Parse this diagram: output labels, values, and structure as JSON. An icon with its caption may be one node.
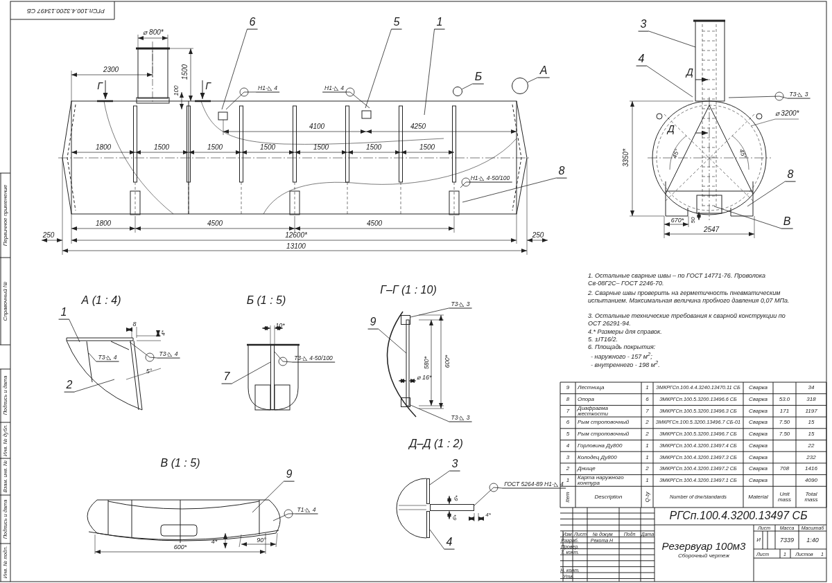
{
  "diagram": {
    "nodes": [
      {
        "text": [
          "6"
        ]
      },
      {
        "text": [
          "Н1-◺ 4"
        ]
      },
      {
        "text": [
          "5"
        ]
      },
      {
        "text": [
          "Н1-◺ 4"
        ]
      },
      {
        "text": [
          "1"
        ]
      },
      {
        "text": [
          "Б"
        ]
      },
      {
        "text": [
          "А"
        ]
      },
      {
        "text": [
          "Н1-◺ 4-50/100"
        ]
      },
      {
        "text": [
          "8"
        ]
      },
      {
        "text": [
          "3"
        ]
      },
      {
        "text": [
          "4"
        ]
      },
      {
        "text": [
          "Т3-◺ 3"
        ]
      },
      {
        "text": [
          "8"
        ]
      },
      {
        "text": [
          "В"
        ]
      },
      {
        "text": [
          "1"
        ]
      },
      {
        "text": [
          "2"
        ]
      },
      {
        "text": [
          "Т3-◺ 4"
        ]
      },
      {
        "text": [
          "Т3-◺ 4"
        ]
      },
      {
        "text": [
          "7"
        ]
      },
      {
        "text": [
          "Т3-◺ 4-50/100"
        ]
      },
      {
        "text": [
          "9"
        ]
      },
      {
        "text": [
          "Т3-◺ 3"
        ]
      },
      {
        "text": [
          "Т3-◺ 3"
        ]
      },
      {
        "text": [
          "9"
        ]
      },
      {
        "text": [
          "Т1-◺ 4"
        ]
      },
      {
        "text": [
          "3"
        ]
      },
      {
        "text": [
          "ГОСТ 5264-89 Н1-◺ 4"
        ]
      },
      {
        "text": [
          "4"
        ]
      },
      {
        "text": [],
        "shape": "circle"
      },
      {
        "text": [],
        "shape": "circle"
      },
      {
        "text": [],
        "shape": "bar"
      },
      {
        "text": [],
        "shape": "bar"
      },
      {
        "text": [],
        "shape": "bar"
      },
      {
        "text": [],
        "shape": "bar"
      },
      {
        "text": [],
        "shape": "bar"
      }
    ],
    "edges": [
      {
        "from": 0,
        "to": null,
        "arrow": "none"
      },
      {
        "from": 1,
        "to": null,
        "arrow": "none"
      },
      {
        "from": 2,
        "to": null,
        "arrow": "none"
      },
      {
        "from": 3,
        "to": null,
        "arrow": "none"
      },
      {
        "from": 4,
        "to": null,
        "arrow": "none"
      },
      {
        "from": 5,
        "to": 28,
        "arrow": "none"
      },
      {
        "from": 6,
        "to": 29,
        "arrow": "none"
      },
      {
        "from": 7,
        "to": null,
        "arrow": "none"
      },
      {
        "from": 8,
        "to": null,
        "arrow": "none"
      },
      {
        "from": 9,
        "to": null,
        "arrow": "none"
      },
      {
        "from": 10,
        "to": null,
        "arrow": "none"
      },
      {
        "from": 11,
        "to": null,
        "arrow": "none"
      },
      {
        "from": 12,
        "to": null,
        "arrow": "none"
      },
      {
        "from": 13,
        "to": null,
        "arrow": "none"
      },
      {
        "from": 14,
        "to": null,
        "arrow": "none"
      },
      {
        "from": 15,
        "to": null,
        "arrow": "none"
      },
      {
        "from": 16,
        "to": null,
        "arrow": "none"
      },
      {
        "from": 17,
        "to": null,
        "arrow": "none"
      },
      {
        "from": 18,
        "to": 33,
        "arrow": "none"
      },
      {
        "from": 19,
        "to": 33,
        "arrow": "none"
      },
      {
        "from": 20,
        "to": 34,
        "arrow": "none"
      },
      {
        "from": 21,
        "to": 34,
        "arrow": "none"
      },
      {
        "from": 22,
        "to": 34,
        "arrow": "none"
      },
      {
        "from": 23,
        "to": null,
        "arrow": "none"
      },
      {
        "from": 24,
        "to": null,
        "arrow": "none"
      },
      {
        "from": 25,
        "to": 30,
        "arrow": "none"
      },
      {
        "from": 26,
        "to": 32,
        "arrow": "none"
      },
      {
        "from": 27,
        "to": 31,
        "arrow": "none"
      }
    ],
    "labels": [
      "РГСп.100.4.3200.13497 СБ",
      "Первичное применение",
      "Справочный №",
      "Подпись и дата",
      "Инв. № дубл.",
      "Взам. инв. №",
      "Подпись и дата",
      "Инв. № подл.",
      "⌀ 800*",
      "1500",
      "Г",
      "2300",
      "100",
      "Г",
      "4100",
      "4250",
      "1800",
      "1500",
      "1500",
      "1500",
      "1500",
      "1500",
      "1500",
      "1800",
      "4500",
      "4500",
      "250",
      "12600*",
      "250",
      "13100",
      "Д",
      "⌀ 3200*",
      "Д",
      "45°",
      "45°",
      "3350*",
      "670*",
      "50",
      "2547",
      "1. Остальные сварные швы – по ГОСТ 14771-76. Проволока Св-08Г2С– ГОСТ 2246-70.",
      "2. Сварные швы проверить на герметичность пневматическим испытанием. Максимальная величина пробного давления 0,07 МПа.",
      "3. Остальные технические требования к сварной конструкции по ОСТ 26291-94.",
      "4.* Размеры для справок.",
      "5. ±IT16/2.",
      "6. Площадь покрытия:",
      "- наружного - 157 м$^{2}$;",
      "- внутреннего - 198 м$^{2}$.",
      "А (1 : 4)",
      "8",
      "4*",
      "5°",
      "Б (1 : 5)",
      "10*",
      "Г–Г (1 : 10)",
      "580*",
      "600*",
      "⌀ 16*",
      "В (1 : 5)",
      "600*",
      "4*",
      "90°",
      "Д–Д (1 : 2)",
      "6*",
      "6*",
      "4*",
      "9",
      "Лестница",
      "1",
      "ЗМКРГСп.100.4.4.3240.13470.11 СБ",
      "Сварка",
      "34",
      "8",
      "Опора",
      "6",
      "ЗМКРГСп.100.5.3200.13496.6 СБ",
      "Сварка",
      "53.0",
      "318",
      "7",
      "Диафрагма жесткости",
      "7",
      "ЗМКРГСп.100.5.3200.13496.3 СБ",
      "Сварка",
      "171",
      "1197",
      "6",
      "Рым строповочный",
      "2",
      "ЗМКРГСп.100.5.3200.13496.7 СБ-01",
      "Сварка",
      "7.50",
      "15",
      "5",
      "Рым строповочный",
      "2",
      "ЗМКРГСп.100.5.3200.13496.7 СБ",
      "Сварка",
      "7.50",
      "15",
      "4",
      "Горловина Ду800",
      "1",
      "ЗМКРГСп.100.4.3200.13497.4 СБ",
      "Сварка",
      "22",
      "3",
      "Колодец Ду800",
      "1",
      "ЗМКРГСп.100.4.3200.13497.3 СБ",
      "Сварка",
      "232",
      "2",
      "Днище",
      "2",
      "ЗМКРГСп.100.4.3200.13497.2 СБ",
      "Сварка",
      "708",
      "1416",
      "1",
      "Карта наружного контура",
      "1",
      "ЗМКРГСп.100.4.3200.13497.1 СБ",
      "Сварка",
      "4090",
      "Item",
      "Description",
      "Q-ty",
      "Number of drw/standards",
      "Material",
      "Unit mass",
      "Total mass",
      "РГСп.100.4.3200.13497 СБ",
      "Изм",
      "Лист",
      "№ докум",
      "Подп",
      "Дата",
      "Разраб.",
      "Рекота Н",
      "Провер.",
      "Т. конт.",
      "Н. конт.",
      "Утв.",
      "Резервуар 100м3",
      "Сборочный чертеж",
      "Лист",
      "Масса",
      "Масштаб",
      "И",
      "7339",
      "1:40",
      "Лист",
      "1",
      "Листов",
      "1"
    ]
  }
}
